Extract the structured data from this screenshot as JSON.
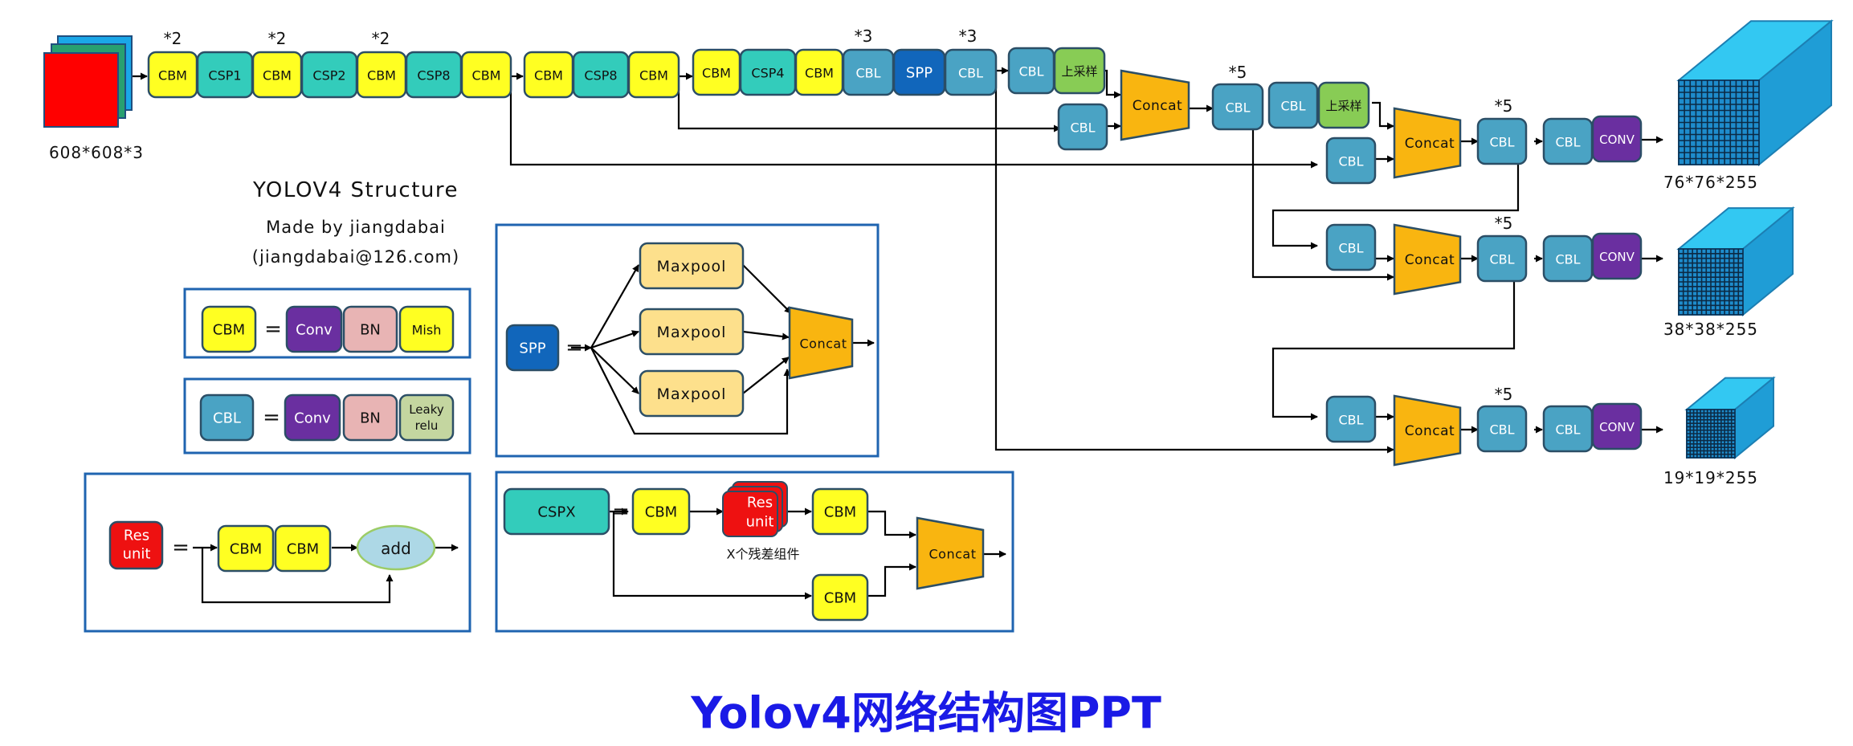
{
  "colors": {
    "cbm": "#ffff22",
    "csp": "#33ccbb",
    "cbl": "#4aa3c4",
    "spp": "#1166bb",
    "conv": "#6a2fa0",
    "bn": "#e8b4b4",
    "mish": "#ffff22",
    "leaky": "#c4d6a0",
    "upsample": "#88cc55",
    "concat": "#f9b510",
    "res": "#ee1111",
    "add": "#add8e6",
    "box": "#1f64b0",
    "title": "#1a1ae6"
  },
  "input": {
    "label": "608*608*3"
  },
  "backbone": {
    "cbm": "CBM",
    "csp1": "CSP1",
    "csp2": "CSP2",
    "csp8": "CSP8",
    "csp4": "CSP4",
    "cbl": "CBL",
    "spp": "SPP",
    "mult2": "*2",
    "mult3": "*3"
  },
  "neck": {
    "upsample": "上采样",
    "concat": "Concat",
    "cbl": "CBL",
    "conv": "CONV",
    "mult5": "*5"
  },
  "outputs": {
    "o76": "76*76*255",
    "o38": "38*38*255",
    "o19": "19*19*255"
  },
  "info": {
    "title": "YOLOV4 Structure",
    "author": "Made by jiangdabai",
    "email": "(jiangdabai@126.com)"
  },
  "legend": {
    "cbm": "CBM",
    "cbl": "CBL",
    "conv": "Conv",
    "bn": "BN",
    "mish": "Mish",
    "leaky1": "Leaky",
    "leaky2": "relu",
    "eq": "=",
    "spp": "SPP",
    "maxpool": "Maxpool",
    "concat": "Concat",
    "res1": "Res",
    "res2": "unit",
    "add": "add",
    "cspx": "CSPX",
    "res_note": "X个残差组件"
  },
  "footer": {
    "title": "Yolov4网络结构图PPT"
  }
}
